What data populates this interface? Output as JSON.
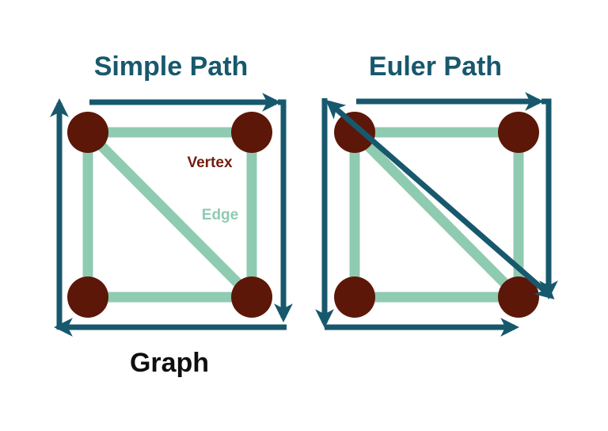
{
  "colors": {
    "background": "#ffffff",
    "arrow": "#17586d",
    "title": "#17586d",
    "edge": "#8fcbb1",
    "vertex": "#5c1708",
    "vertex_label": "#731d0e",
    "caption": "#0f0f0f"
  },
  "panels": {
    "left": {
      "title": "Simple Path",
      "labels": {
        "vertex": "Vertex",
        "edge": "Edge"
      },
      "graph": {
        "vertex_count": 4,
        "edges": [
          "top",
          "left",
          "right",
          "bottom",
          "diagonal"
        ],
        "path_arrows": [
          "left-side up",
          "top-side right",
          "right-side down",
          "bottom-side left"
        ]
      }
    },
    "right": {
      "title": "Euler Path",
      "graph": {
        "vertex_count": 4,
        "edges": [
          "top",
          "left",
          "right",
          "bottom",
          "diagonal"
        ],
        "path_arrows": [
          "left-side down",
          "top-side right",
          "right-side down",
          "bottom-side right",
          "diagonal double-headed"
        ]
      }
    }
  },
  "caption": "Graph"
}
